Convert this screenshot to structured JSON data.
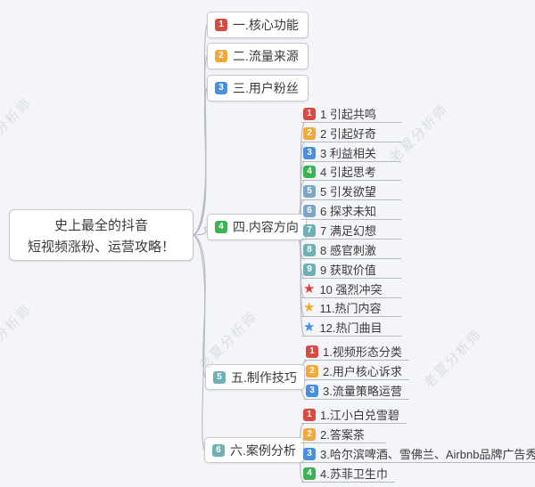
{
  "watermark_text": "老夏分析师",
  "root": {
    "title_line1": "史上最全的抖音",
    "title_line2": "短视频涨粉、运营攻略！"
  },
  "branches": [
    {
      "marker": "1",
      "marker_type": "badge",
      "marker_color": "#d94a42",
      "label": "一.核心功能",
      "children": []
    },
    {
      "marker": "2",
      "marker_type": "badge",
      "marker_color": "#f2a93b",
      "label": "二.流量来源",
      "children": []
    },
    {
      "marker": "3",
      "marker_type": "badge",
      "marker_color": "#4a8fdc",
      "label": "三.用户粉丝",
      "children": []
    },
    {
      "marker": "4",
      "marker_type": "badge",
      "marker_color": "#3cb253",
      "label": "四.内容方向",
      "children": [
        {
          "marker": "1",
          "marker_type": "badge",
          "marker_color": "#d94a42",
          "label": "1 引起共鸣"
        },
        {
          "marker": "2",
          "marker_type": "badge",
          "marker_color": "#f2a93b",
          "label": "2 引起好奇"
        },
        {
          "marker": "3",
          "marker_type": "badge",
          "marker_color": "#4a8fdc",
          "label": "3 利益相关"
        },
        {
          "marker": "4",
          "marker_type": "badge",
          "marker_color": "#3cb253",
          "label": "4 引起思考"
        },
        {
          "marker": "5",
          "marker_type": "badge",
          "marker_color": "#7ba6c6",
          "label": "5 引发欲望"
        },
        {
          "marker": "6",
          "marker_type": "badge",
          "marker_color": "#7ba6c6",
          "label": "6 探求未知"
        },
        {
          "marker": "7",
          "marker_type": "badge",
          "marker_color": "#6fb0b4",
          "label": "7 满足幻想"
        },
        {
          "marker": "8",
          "marker_type": "badge",
          "marker_color": "#6fb0b4",
          "label": "8 感官刺激"
        },
        {
          "marker": "9",
          "marker_type": "badge",
          "marker_color": "#6fb0b4",
          "label": "9 获取价值"
        },
        {
          "marker": "★",
          "marker_type": "star",
          "marker_color": "#d9413d",
          "label": "10 强烈冲突"
        },
        {
          "marker": "★",
          "marker_type": "star",
          "marker_color": "#f0a830",
          "label": "11.热门内容"
        },
        {
          "marker": "★",
          "marker_type": "star",
          "marker_color": "#4a8fdd",
          "label": "12.热门曲目"
        }
      ]
    },
    {
      "marker": "5",
      "marker_type": "badge",
      "marker_color": "#6fb0b4",
      "label": "五.制作技巧",
      "children": [
        {
          "marker": "1",
          "marker_type": "badge",
          "marker_color": "#d94a42",
          "label": "1.视频形态分类"
        },
        {
          "marker": "2",
          "marker_type": "badge",
          "marker_color": "#f2a93b",
          "label": "2.用户核心诉求"
        },
        {
          "marker": "3",
          "marker_type": "badge",
          "marker_color": "#4a8fdc",
          "label": "3.流量策略运营"
        }
      ]
    },
    {
      "marker": "6",
      "marker_type": "badge",
      "marker_color": "#6fb0b4",
      "label": "六.案例分析",
      "children": [
        {
          "marker": "1",
          "marker_type": "badge",
          "marker_color": "#d94a42",
          "label": "1.江小白兑雪碧"
        },
        {
          "marker": "2",
          "marker_type": "badge",
          "marker_color": "#f2a93b",
          "label": "2.答案茶"
        },
        {
          "marker": "3",
          "marker_type": "badge",
          "marker_color": "#4a8fdc",
          "label": "3.哈尔滨啤酒、雪佛兰、Airbnb品牌广告秀"
        },
        {
          "marker": "4",
          "marker_type": "badge",
          "marker_color": "#3cb253",
          "label": "4.苏菲卫生巾"
        }
      ]
    }
  ],
  "line_color": "#b6b9bf"
}
